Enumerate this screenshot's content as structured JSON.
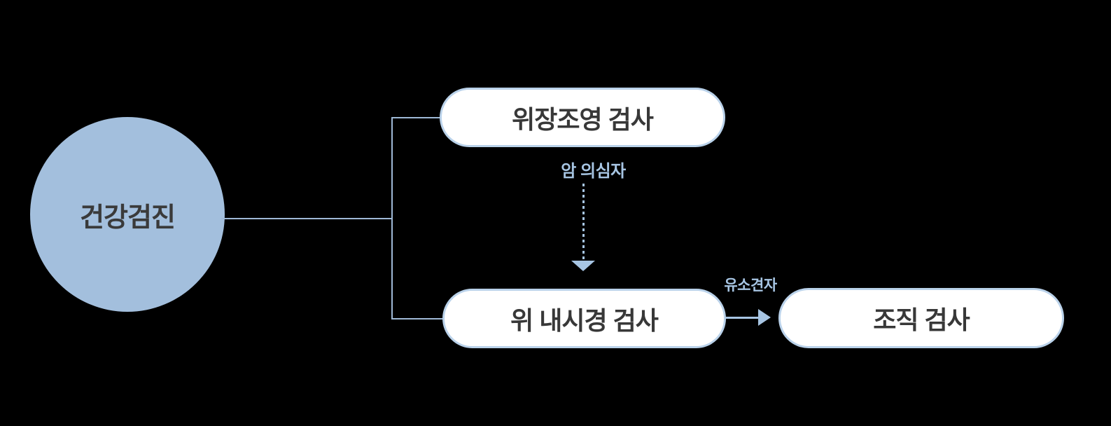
{
  "colors": {
    "background": "#000000",
    "circle_fill": "#a3bfdd",
    "node_fill": "#ffffff",
    "node_border": "#bad2ea",
    "node_text": "#3a3a3a",
    "connector_line": "#9fb9d6",
    "arrow_and_label": "#a7c5e3"
  },
  "diagram": {
    "type": "flowchart",
    "start": {
      "label": "건강검진"
    },
    "nodes": [
      {
        "id": "gastrography",
        "label": "위장조영 검사"
      },
      {
        "id": "endoscopy",
        "label": "위 내시경 검사"
      },
      {
        "id": "biopsy",
        "label": "조직 검사"
      }
    ],
    "edges": [
      {
        "from": "start",
        "to": "gastrography",
        "label": "",
        "style": "plain-line"
      },
      {
        "from": "start",
        "to": "endoscopy",
        "label": "",
        "style": "plain-line"
      },
      {
        "from": "gastrography",
        "to": "endoscopy",
        "label": "암 의심자",
        "style": "dotted-arrow"
      },
      {
        "from": "endoscopy",
        "to": "biopsy",
        "label": "유소견자",
        "style": "solid-arrow"
      }
    ]
  }
}
